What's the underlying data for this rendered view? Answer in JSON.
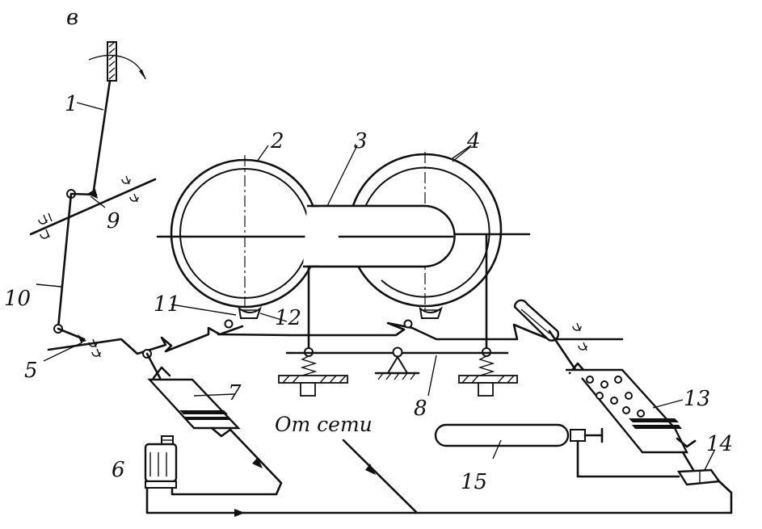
{
  "corner_label": "в",
  "supply_label": "От сети",
  "parts": [
    {
      "id": "1",
      "text": "1"
    },
    {
      "id": "2",
      "text": "2"
    },
    {
      "id": "3",
      "text": "3"
    },
    {
      "id": "4",
      "text": "4"
    },
    {
      "id": "5",
      "text": "5"
    },
    {
      "id": "6",
      "text": "6"
    },
    {
      "id": "7",
      "text": "7"
    },
    {
      "id": "8",
      "text": "8"
    },
    {
      "id": "9",
      "text": "9"
    },
    {
      "id": "10",
      "text": "10"
    },
    {
      "id": "11",
      "text": "11"
    },
    {
      "id": "12",
      "text": "12"
    },
    {
      "id": "13",
      "text": "13"
    },
    {
      "id": "14",
      "text": "14"
    },
    {
      "id": "15",
      "text": "15"
    }
  ]
}
